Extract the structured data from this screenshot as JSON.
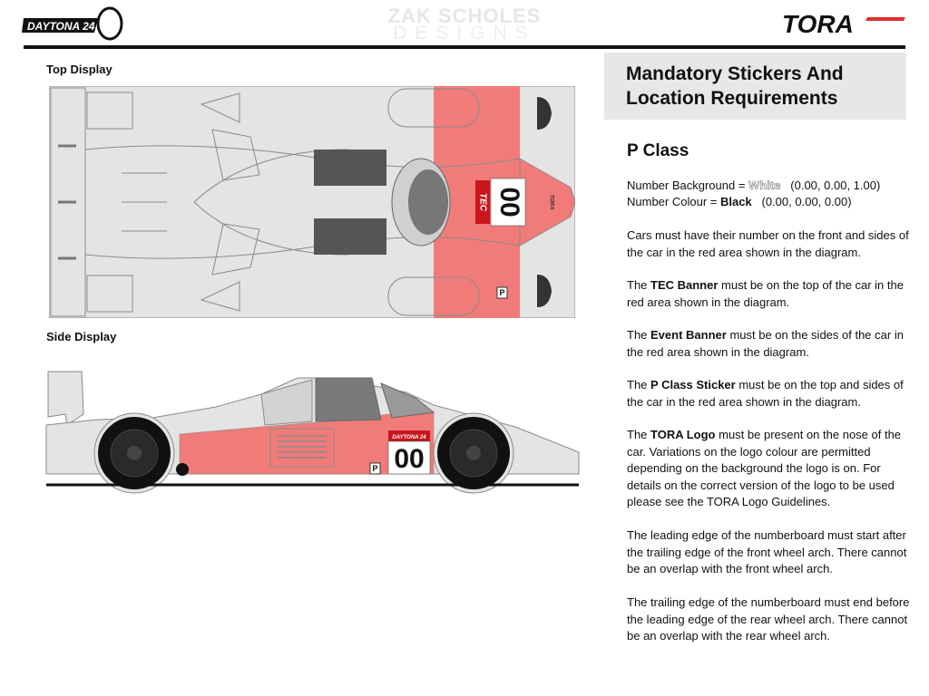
{
  "header": {
    "daytona_logo_text": "DAYTONA 24",
    "watermark_line1": "ZAK SCHOLES",
    "watermark_line2": "DESIGNS",
    "tora_logo_text": "TORA"
  },
  "diagram": {
    "top_label": "Top Display",
    "side_label": "Side Display",
    "number": "00",
    "tec_text": "TEC",
    "class_badge": "P",
    "event_banner_text": "DAYTONA 24",
    "nose_logo_text": "TORA",
    "body_color": "#e4e4e4",
    "zone_color": "#f07b79"
  },
  "panel": {
    "title": "Mandatory Stickers And Location Requirements",
    "class_title": "P Class",
    "bg_prefix": "Number Background = ",
    "bg_value": "White",
    "bg_code": "(0.00, 0.00, 1.00)",
    "colour_prefix": "Number Colour = ",
    "colour_value": "Black",
    "colour_code": "(0.00, 0.00, 0.00)",
    "p1": "Cars must have their number on the front and sides of the car in the red area shown in the diagram.",
    "p2_pre": "The ",
    "p2_bold": "TEC Banner",
    "p2_post": " must be on the top of the car in the red area shown in the diagram.",
    "p3_pre": "The ",
    "p3_bold": "Event Banner",
    "p3_post": " must be on the sides of the car in the red area shown in the diagram.",
    "p4_pre": "The ",
    "p4_bold": "P Class Sticker",
    "p4_post": " must be on the top and sides of the car in the red area shown in the diagram.",
    "p5_pre": "The ",
    "p5_bold": "TORA Logo",
    "p5_post": " must be present on the nose of the car. Variations on the logo colour are permitted depending on the background the logo is on. For details on the correct version of the logo to be used please see the TORA Logo Guidelines.",
    "p6": "The leading edge of the numberboard must start after the trailing edge of the front wheel arch. There cannot be an overlap with the front wheel arch.",
    "p7": "The trailing edge of the numberboard must end before the leading edge of the rear wheel arch. There cannot be an overlap with the rear wheel arch."
  }
}
